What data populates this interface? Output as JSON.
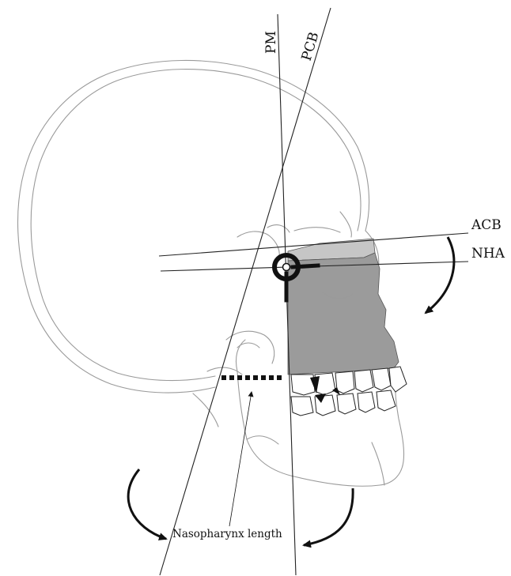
{
  "labels": {
    "pm": "PM",
    "pcb": "PCB",
    "acb": "ACB",
    "nha": "NHA",
    "nasopharynx": "Nasopharynx length"
  },
  "colors": {
    "outline": "#9a9a9a",
    "line": "#222222",
    "maxilla_fill": "#9b9b9b",
    "upper_fill": "#c6c6c6",
    "marker": "#111111"
  },
  "icons": {
    "rotation_arrows": [
      "curved-arrow-clockwise-icon",
      "curved-arrow-counterclockwise-icon",
      "curved-arrow-clockwise-icon"
    ],
    "pivot_marker": "pivot-ring-icon"
  }
}
